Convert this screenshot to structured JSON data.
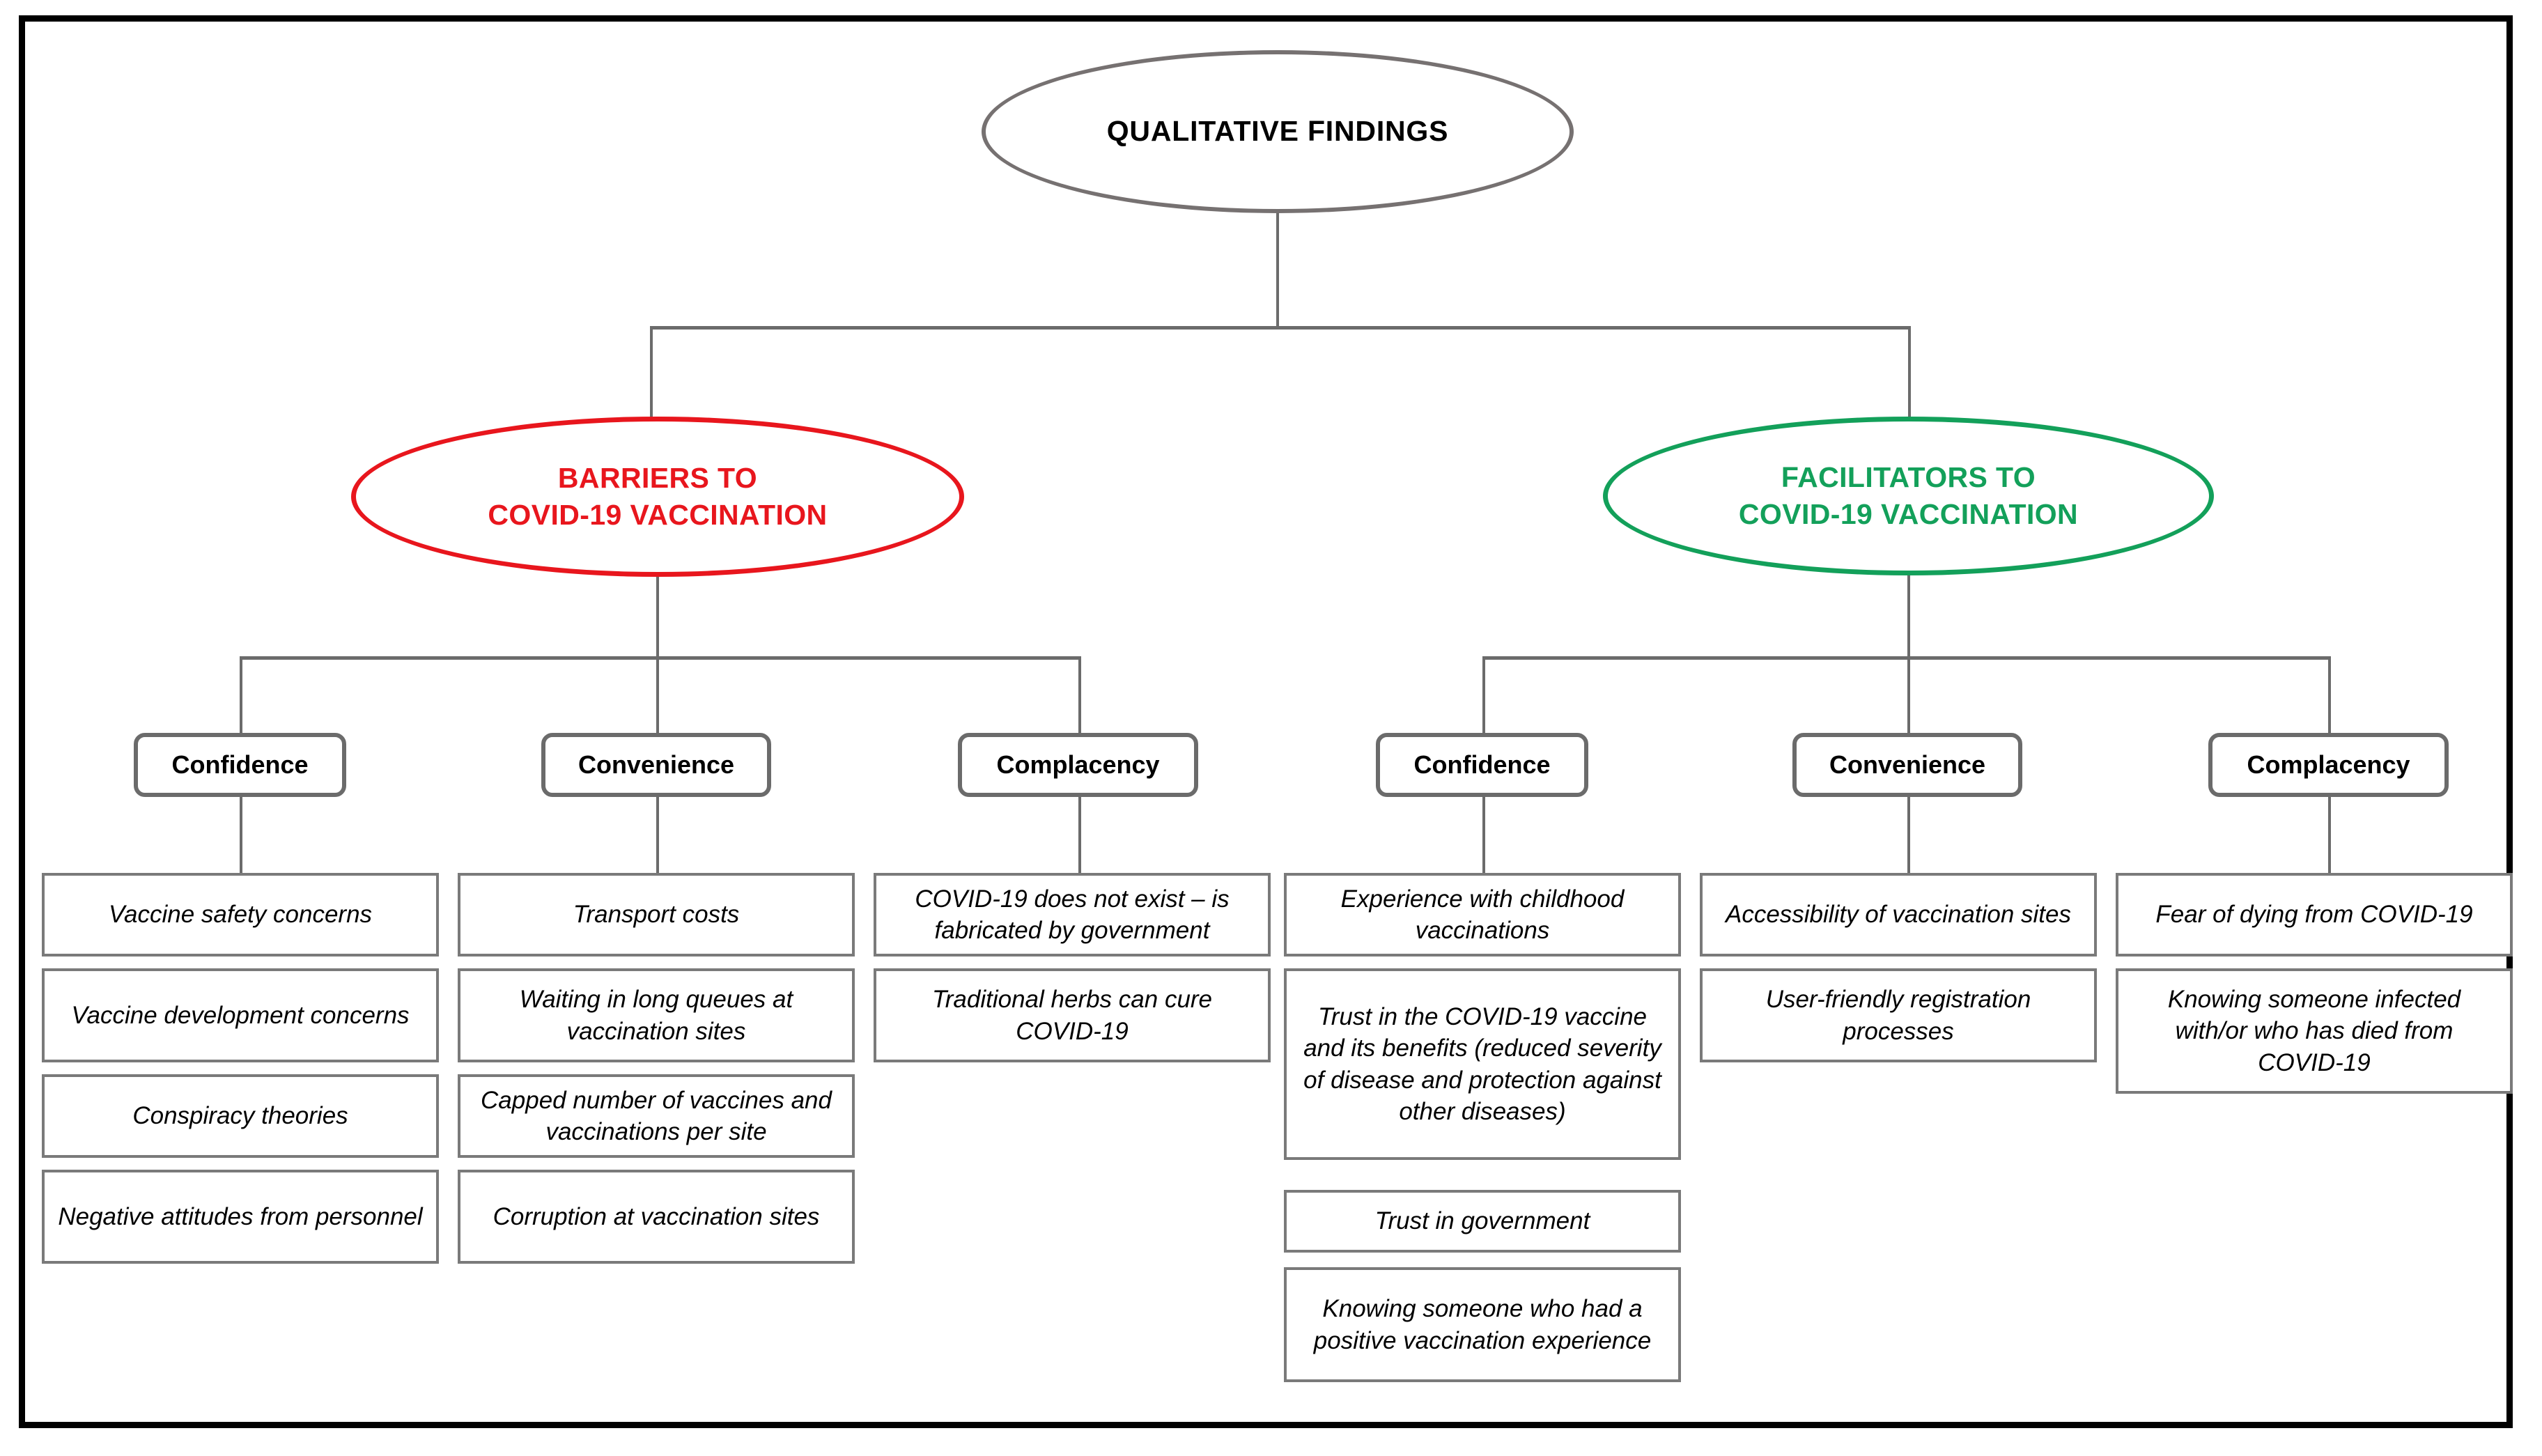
{
  "diagram": {
    "root": {
      "label": "QUALITATIVE FINDINGS",
      "color": "#000000",
      "border_color": "#767171"
    },
    "branches": [
      {
        "id": "barriers",
        "label_line1": "BARRIERS TO",
        "label_line2": "COVID-19 VACCINATION",
        "color": "#e8161d",
        "categories": [
          {
            "id": "barriers-confidence",
            "label": "Confidence",
            "items": [
              "Vaccine safety concerns",
              "Vaccine development concerns",
              "Conspiracy theories",
              "Negative attitudes from personnel"
            ]
          },
          {
            "id": "barriers-convenience",
            "label": "Convenience",
            "items": [
              "Transport  costs",
              "Waiting in long queues at vaccination sites",
              "Capped number of vaccines and vaccinations per site",
              "Corruption  at vaccination sites"
            ]
          },
          {
            "id": "barriers-complacency",
            "label": "Complacency",
            "items": [
              "COVID-19 does not exist – is fabricated by government",
              "Traditional herbs can cure COVID-19"
            ]
          }
        ]
      },
      {
        "id": "facilitators",
        "label_line1": "FACILITATORS TO",
        "label_line2": "COVID-19 VACCINATION",
        "color": "#13a05a",
        "categories": [
          {
            "id": "facilitators-confidence",
            "label": "Confidence",
            "items": [
              "Experience with childhood vaccinations",
              "Trust in the COVID-19 vaccine and its benefits (reduced severity of disease and protection against other diseases)",
              "Trust in  government",
              "Knowing someone who had a positive vaccination experience"
            ]
          },
          {
            "id": "facilitators-convenience",
            "label": "Convenience",
            "items": [
              "Accessibility of vaccination sites",
              "User-friendly registration processes"
            ]
          },
          {
            "id": "facilitators-complacency",
            "label": "Complacency",
            "items": [
              "Fear of dying from COVID-19",
              "Knowing someone infected with/or who has died from COVID-19"
            ]
          }
        ]
      }
    ]
  }
}
